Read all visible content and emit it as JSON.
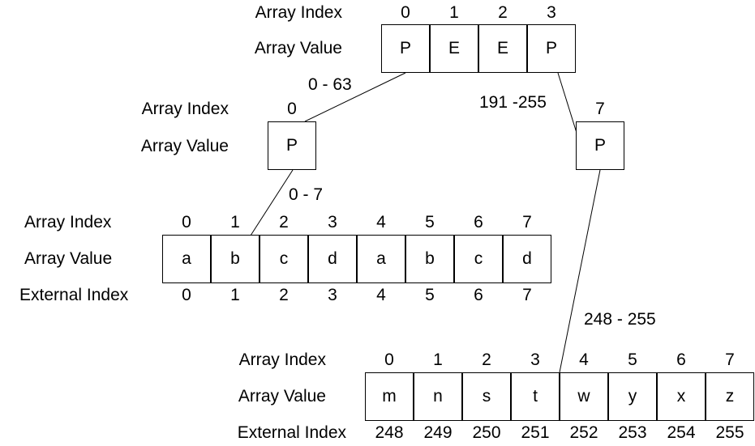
{
  "labels": {
    "array_index": "Array Index",
    "array_value": "Array Value",
    "external_index": "External Index"
  },
  "root": {
    "indices": [
      "0",
      "1",
      "2",
      "3"
    ],
    "values": [
      "P",
      "E",
      "E",
      "P"
    ]
  },
  "left_node": {
    "index": "0",
    "value": "P"
  },
  "right_node": {
    "index": "7",
    "value": "P"
  },
  "ranges": {
    "root_to_left": "0 - 63",
    "root_to_right": "191 -255",
    "left_to_leaf": "0 - 7",
    "right_to_leaf": "248 - 255"
  },
  "leaf_left": {
    "indices": [
      "0",
      "1",
      "2",
      "3",
      "4",
      "5",
      "6",
      "7"
    ],
    "values": [
      "a",
      "b",
      "c",
      "d",
      "a",
      "b",
      "c",
      "d"
    ],
    "external": [
      "0",
      "1",
      "2",
      "3",
      "4",
      "5",
      "6",
      "7"
    ]
  },
  "leaf_right": {
    "indices": [
      "0",
      "1",
      "2",
      "3",
      "4",
      "5",
      "6",
      "7"
    ],
    "values": [
      "m",
      "n",
      "s",
      "t",
      "w",
      "y",
      "x",
      "z"
    ],
    "external": [
      "248",
      "249",
      "250",
      "251",
      "252",
      "253",
      "254",
      "255"
    ]
  }
}
